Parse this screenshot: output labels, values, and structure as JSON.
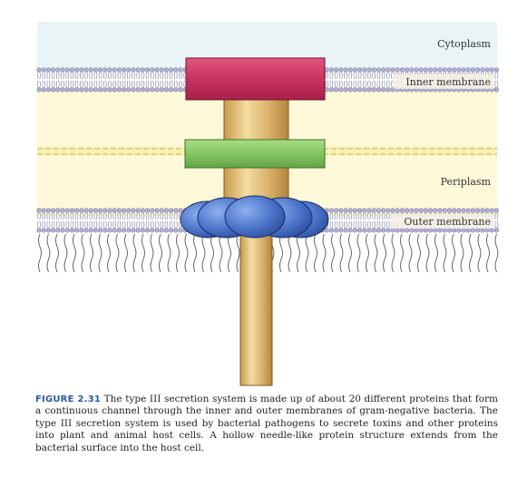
{
  "labels": {
    "cytoplasm": "Cytoplasm",
    "inner_membrane": "Inner membrane",
    "periplasm": "Periplasm",
    "outer_membrane": "Outer membrane"
  },
  "caption": {
    "figure_number": "FIGURE 2.31",
    "text": "The type III secretion system is made up of about 20 different proteins that form a continuous channel through the inner and outer membranes of gram-negative bacteria. The type III secretion system is used by bacterial pathogens to secrete toxins and other proteins into plant and animal host cells. A hollow needle-like protein structure extends from the bacterial surface into the host cell."
  },
  "colors": {
    "cytoplasm_bg": "#eaf3f6",
    "periplasm_bg": "#fdf8d8",
    "inner_ring": "#c8325e",
    "periplasm_ring": "#8cc86a",
    "outer_ring": "#4a73c8",
    "needle": "#d8b46a",
    "lipid": "#b6b6d8"
  }
}
